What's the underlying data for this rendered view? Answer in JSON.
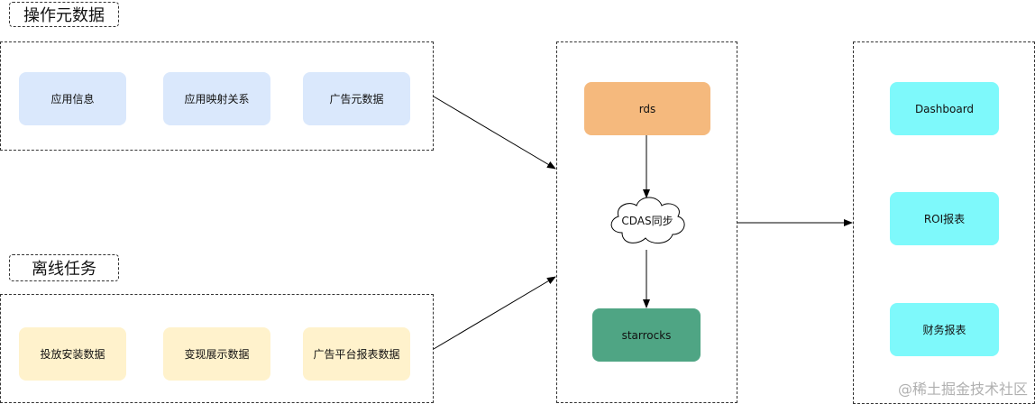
{
  "groups": {
    "metadata": {
      "title": "操作元数据",
      "items": [
        "应用信息",
        "应用映射关系",
        "广告元数据"
      ]
    },
    "offline": {
      "title": "离线任务",
      "items": [
        "投放安装数据",
        "变现展示数据",
        "广告平台报表数据"
      ]
    }
  },
  "center": {
    "source": "rds",
    "sync": "CDAS同步",
    "target": "starrocks"
  },
  "outputs": [
    "Dashboard",
    "ROI报表",
    "财务报表"
  ],
  "watermark": "@稀土掘金技术社区",
  "colors": {
    "blue_node": "#dae8fc",
    "yellow_node": "#fff2cc",
    "cyan_node": "#7ef9fb",
    "orange_node": "#f5b97d",
    "green_node": "#4fa584"
  }
}
